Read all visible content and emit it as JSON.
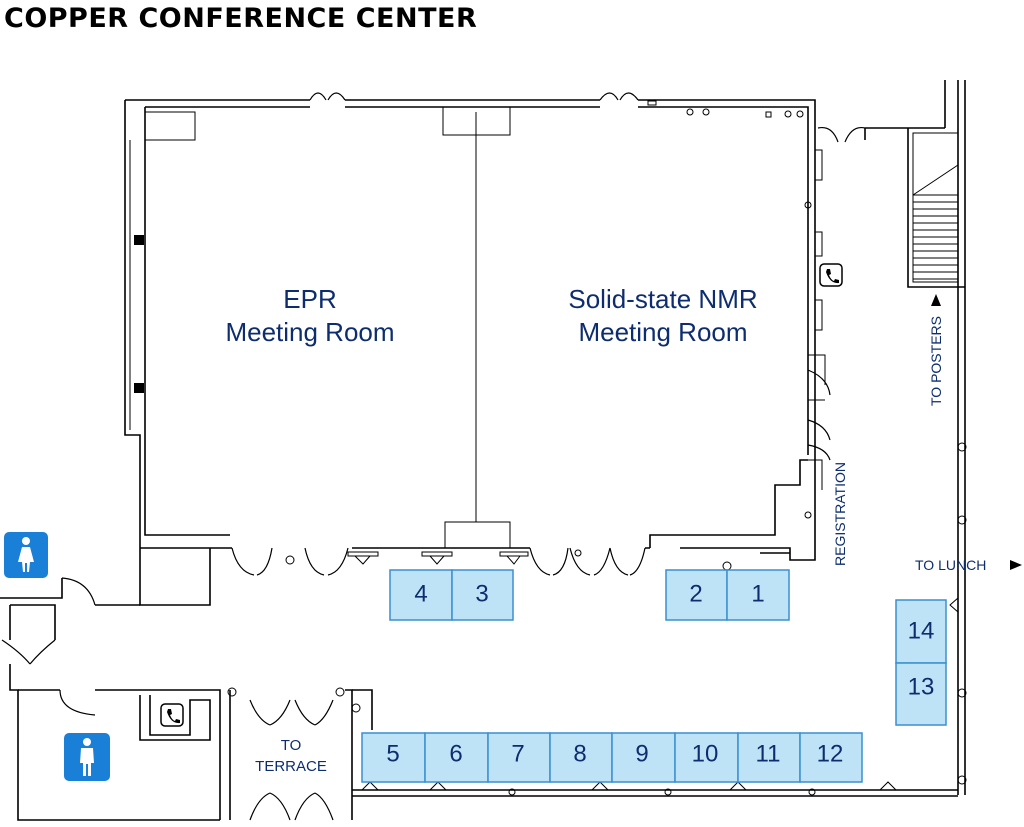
{
  "title": "COPPER CONFERENCE CENTER",
  "rooms": {
    "epr": {
      "line1": "EPR",
      "line2": "Meeting Room"
    },
    "nmr": {
      "line1": "Solid-state NMR",
      "line2": "Meeting Room"
    }
  },
  "labels": {
    "to_posters": "TO POSTERS",
    "to_lunch": "TO LUNCH",
    "registration": "REGISTRATION",
    "to_terrace_line1": "TO",
    "to_terrace_line2": "TERRACE"
  },
  "booths": [
    "1",
    "2",
    "3",
    "4",
    "5",
    "6",
    "7",
    "8",
    "9",
    "10",
    "11",
    "12",
    "13",
    "14"
  ],
  "colors": {
    "booth_fill": "#bfe3f6",
    "booth_border": "#3a8fd0",
    "label_text": "#0d2d6e",
    "restroom_sign": "#1a7fd6"
  },
  "icons": [
    "women-restroom-icon",
    "men-restroom-icon",
    "phone-icon",
    "arrow-right-icon",
    "arrow-up-icon"
  ]
}
